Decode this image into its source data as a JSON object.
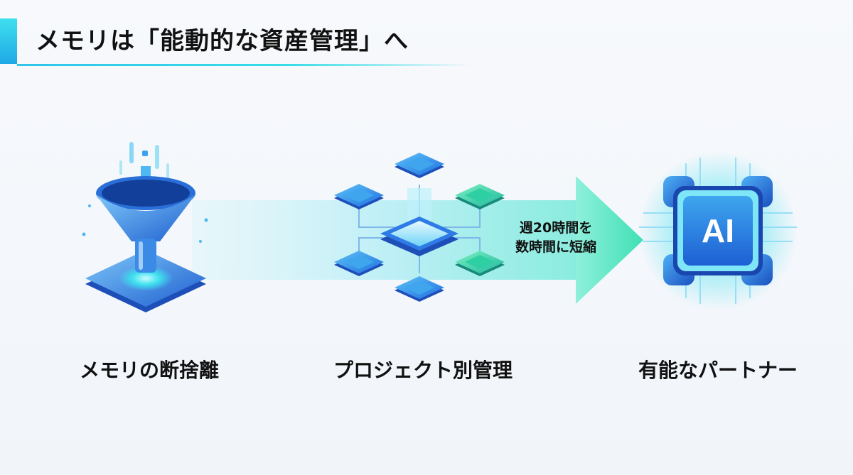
{
  "header": {
    "title": "メモリは「能動的な資産管理」へ"
  },
  "steps": [
    {
      "label": "メモリの断捨離",
      "icon": "funnel-icon"
    },
    {
      "label": "プロジェクト別管理",
      "icon": "chip-network-icon"
    },
    {
      "label": "有能なパートナー",
      "icon": "ai-chip-icon"
    }
  ],
  "arrow": {
    "line1": "週20時間を",
    "line2": "数時間に短縮"
  },
  "chip": {
    "text": "AI"
  },
  "colors": {
    "accent": "#2fc6ea",
    "cyan": "#3ee0ee",
    "blue": "#1f6fe0",
    "green": "#3fe0a6"
  }
}
